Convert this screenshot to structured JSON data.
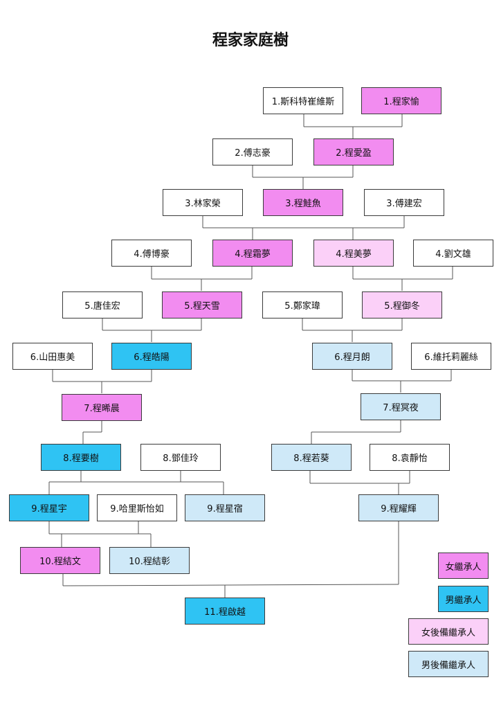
{
  "title": "程家家庭樹",
  "colors": {
    "female_heir": "#f28cf0",
    "male_heir": "#2fc3f3",
    "female_backup_heir": "#fbd0f8",
    "male_backup_heir": "#cfe9f8",
    "other": "#ffffff"
  },
  "nodes": {
    "n1a": "1.斯科特崔維斯",
    "n1b": "1.程家愉",
    "n2a": "2.傅志豪",
    "n2b": "2.程愛盈",
    "n3a": "3.林家榮",
    "n3b": "3.程鮭魚",
    "n3c": "3.傅建宏",
    "n4a": "4.傅博豪",
    "n4b": "4.程霜夢",
    "n4c": "4.程美夢",
    "n4d": "4.劉文雄",
    "n5a": "5.唐佳宏",
    "n5b": "5.程天雪",
    "n5c": "5.鄭家瑋",
    "n5d": "5.程御冬",
    "n6a": "6.山田惠美",
    "n6b": "6.程皓陽",
    "n6c": "6.程月朗",
    "n6d": "6.維托莉麗絲",
    "n7a": "7.程晞晨",
    "n7b": "7.程冥夜",
    "n8a": "8.程要樹",
    "n8b": "8.鄧佳玲",
    "n8c": "8.程若葵",
    "n8d": "8.袁靜怡",
    "n9a": "9.程星宇",
    "n9b": "9.哈里斯怡如",
    "n9c": "9.程星宿",
    "n9d": "9.程耀輝",
    "n10a": "10.程結文",
    "n10b": "10.程結彰",
    "n11": "11.程啟越"
  },
  "legend": {
    "female_heir": "女繼承人",
    "male_heir": "男繼承人",
    "female_backup_heir": "女後備繼承人",
    "male_backup_heir": "男後備繼承人"
  }
}
